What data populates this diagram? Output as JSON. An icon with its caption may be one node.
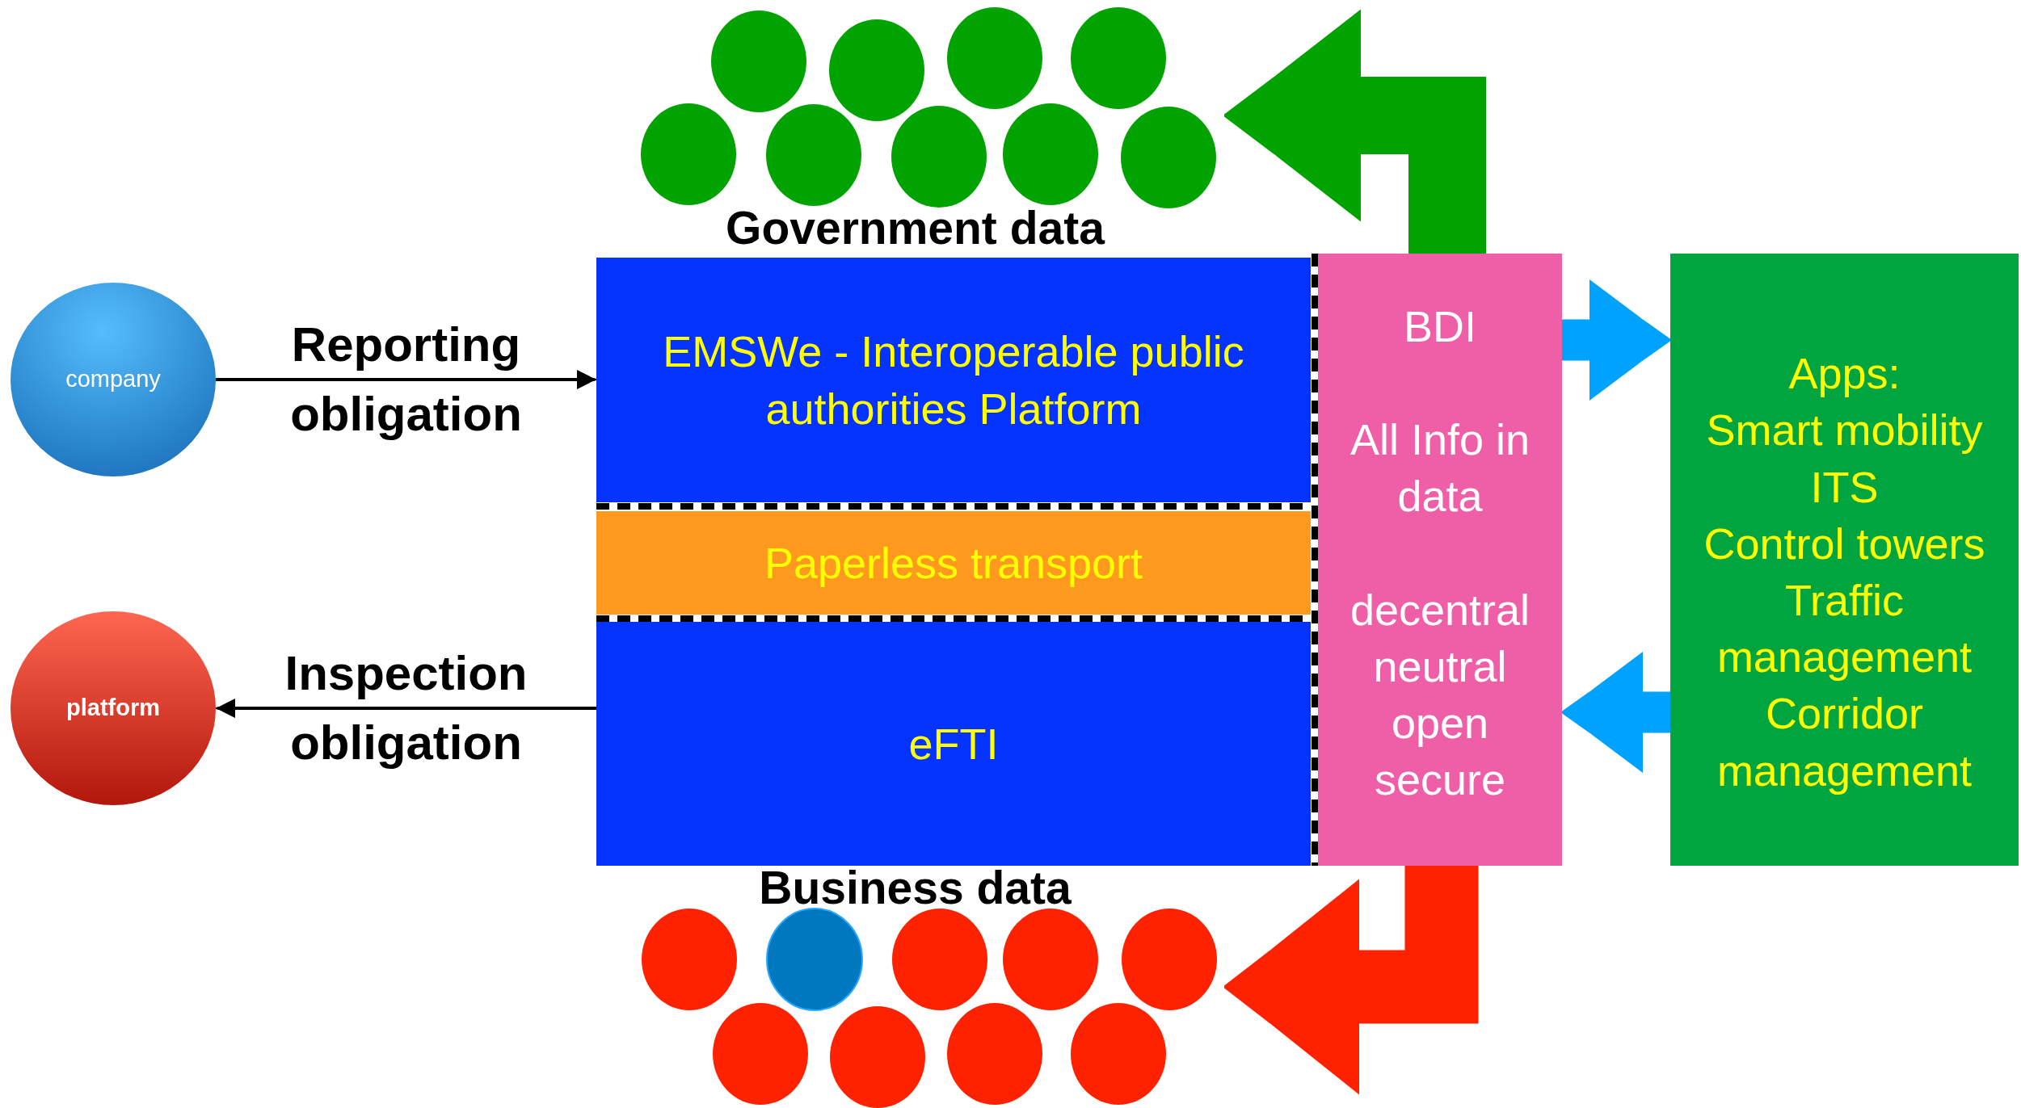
{
  "diagram": {
    "nodes": [
      {
        "text": [
          "company"
        ]
      },
      {
        "text": [
          "platform"
        ]
      },
      {
        "text": [
          "EMSWe - Interoperable public authorities Platform"
        ]
      },
      {
        "text": [
          "Paperless transport"
        ]
      },
      {
        "text": [
          "eFTI"
        ]
      },
      {
        "text": [
          "BDI",
          "All Info in data",
          "decentral neutral open secure"
        ]
      },
      {
        "text": [
          "Apps:",
          "Smart mobility",
          "ITS",
          "Control towers",
          "Traffic management",
          "Corridor management"
        ]
      },
      {
        "text": [
          "Government data"
        ]
      },
      {
        "text": [
          "Business data"
        ]
      }
    ],
    "edges": [
      {
        "from": 0,
        "to": 2,
        "arrow": "to",
        "label": "Reporting obligation"
      },
      {
        "from": 4,
        "to": 1,
        "arrow": "to",
        "label": "Inspection obligation"
      },
      {
        "from": 5,
        "to": 7,
        "arrow": "to",
        "style": "thick",
        "color": "#00a300"
      },
      {
        "from": 5,
        "to": 6,
        "arrow": "to",
        "color": "#00a2ff"
      },
      {
        "from": 6,
        "to": 5,
        "arrow": "to",
        "color": "#00a2ff"
      },
      {
        "from": 5,
        "to": 8,
        "arrow": "to",
        "color": "#ff2200"
      }
    ]
  }
}
